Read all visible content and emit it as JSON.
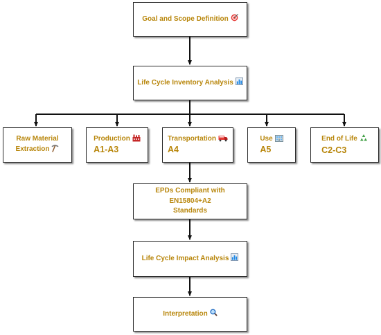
{
  "colors": {
    "text": "#b8860b",
    "border": "#2b2b2b",
    "line": "#111111"
  },
  "nodes": {
    "goal": {
      "label": "Goal and Scope Definition",
      "icon": "target-icon"
    },
    "lci": {
      "label": "Life Cycle Inventory Analysis",
      "icon": "bar-chart-icon"
    },
    "raw": {
      "line1": "Raw Material",
      "line2": "Extraction",
      "icon": "pickaxe-icon"
    },
    "production": {
      "label": "Production",
      "code": "A1-A3",
      "icon": "factory-icon"
    },
    "transportation": {
      "label": "Transportation",
      "code": "A4",
      "icon": "truck-icon"
    },
    "use": {
      "label": "Use",
      "code": "A5",
      "icon": "building-icon"
    },
    "eol": {
      "label": "End of Life",
      "code": "C2-C3",
      "icon": "recycle-icon"
    },
    "epd": {
      "line1": "EPDs Compliant with EN15804+A2",
      "line2": "Standards"
    },
    "lcia": {
      "label": "Life Cycle Impact Analysis",
      "icon": "bar-chart-icon"
    },
    "interp": {
      "label": "Interpretation",
      "icon": "magnifier-icon"
    }
  }
}
